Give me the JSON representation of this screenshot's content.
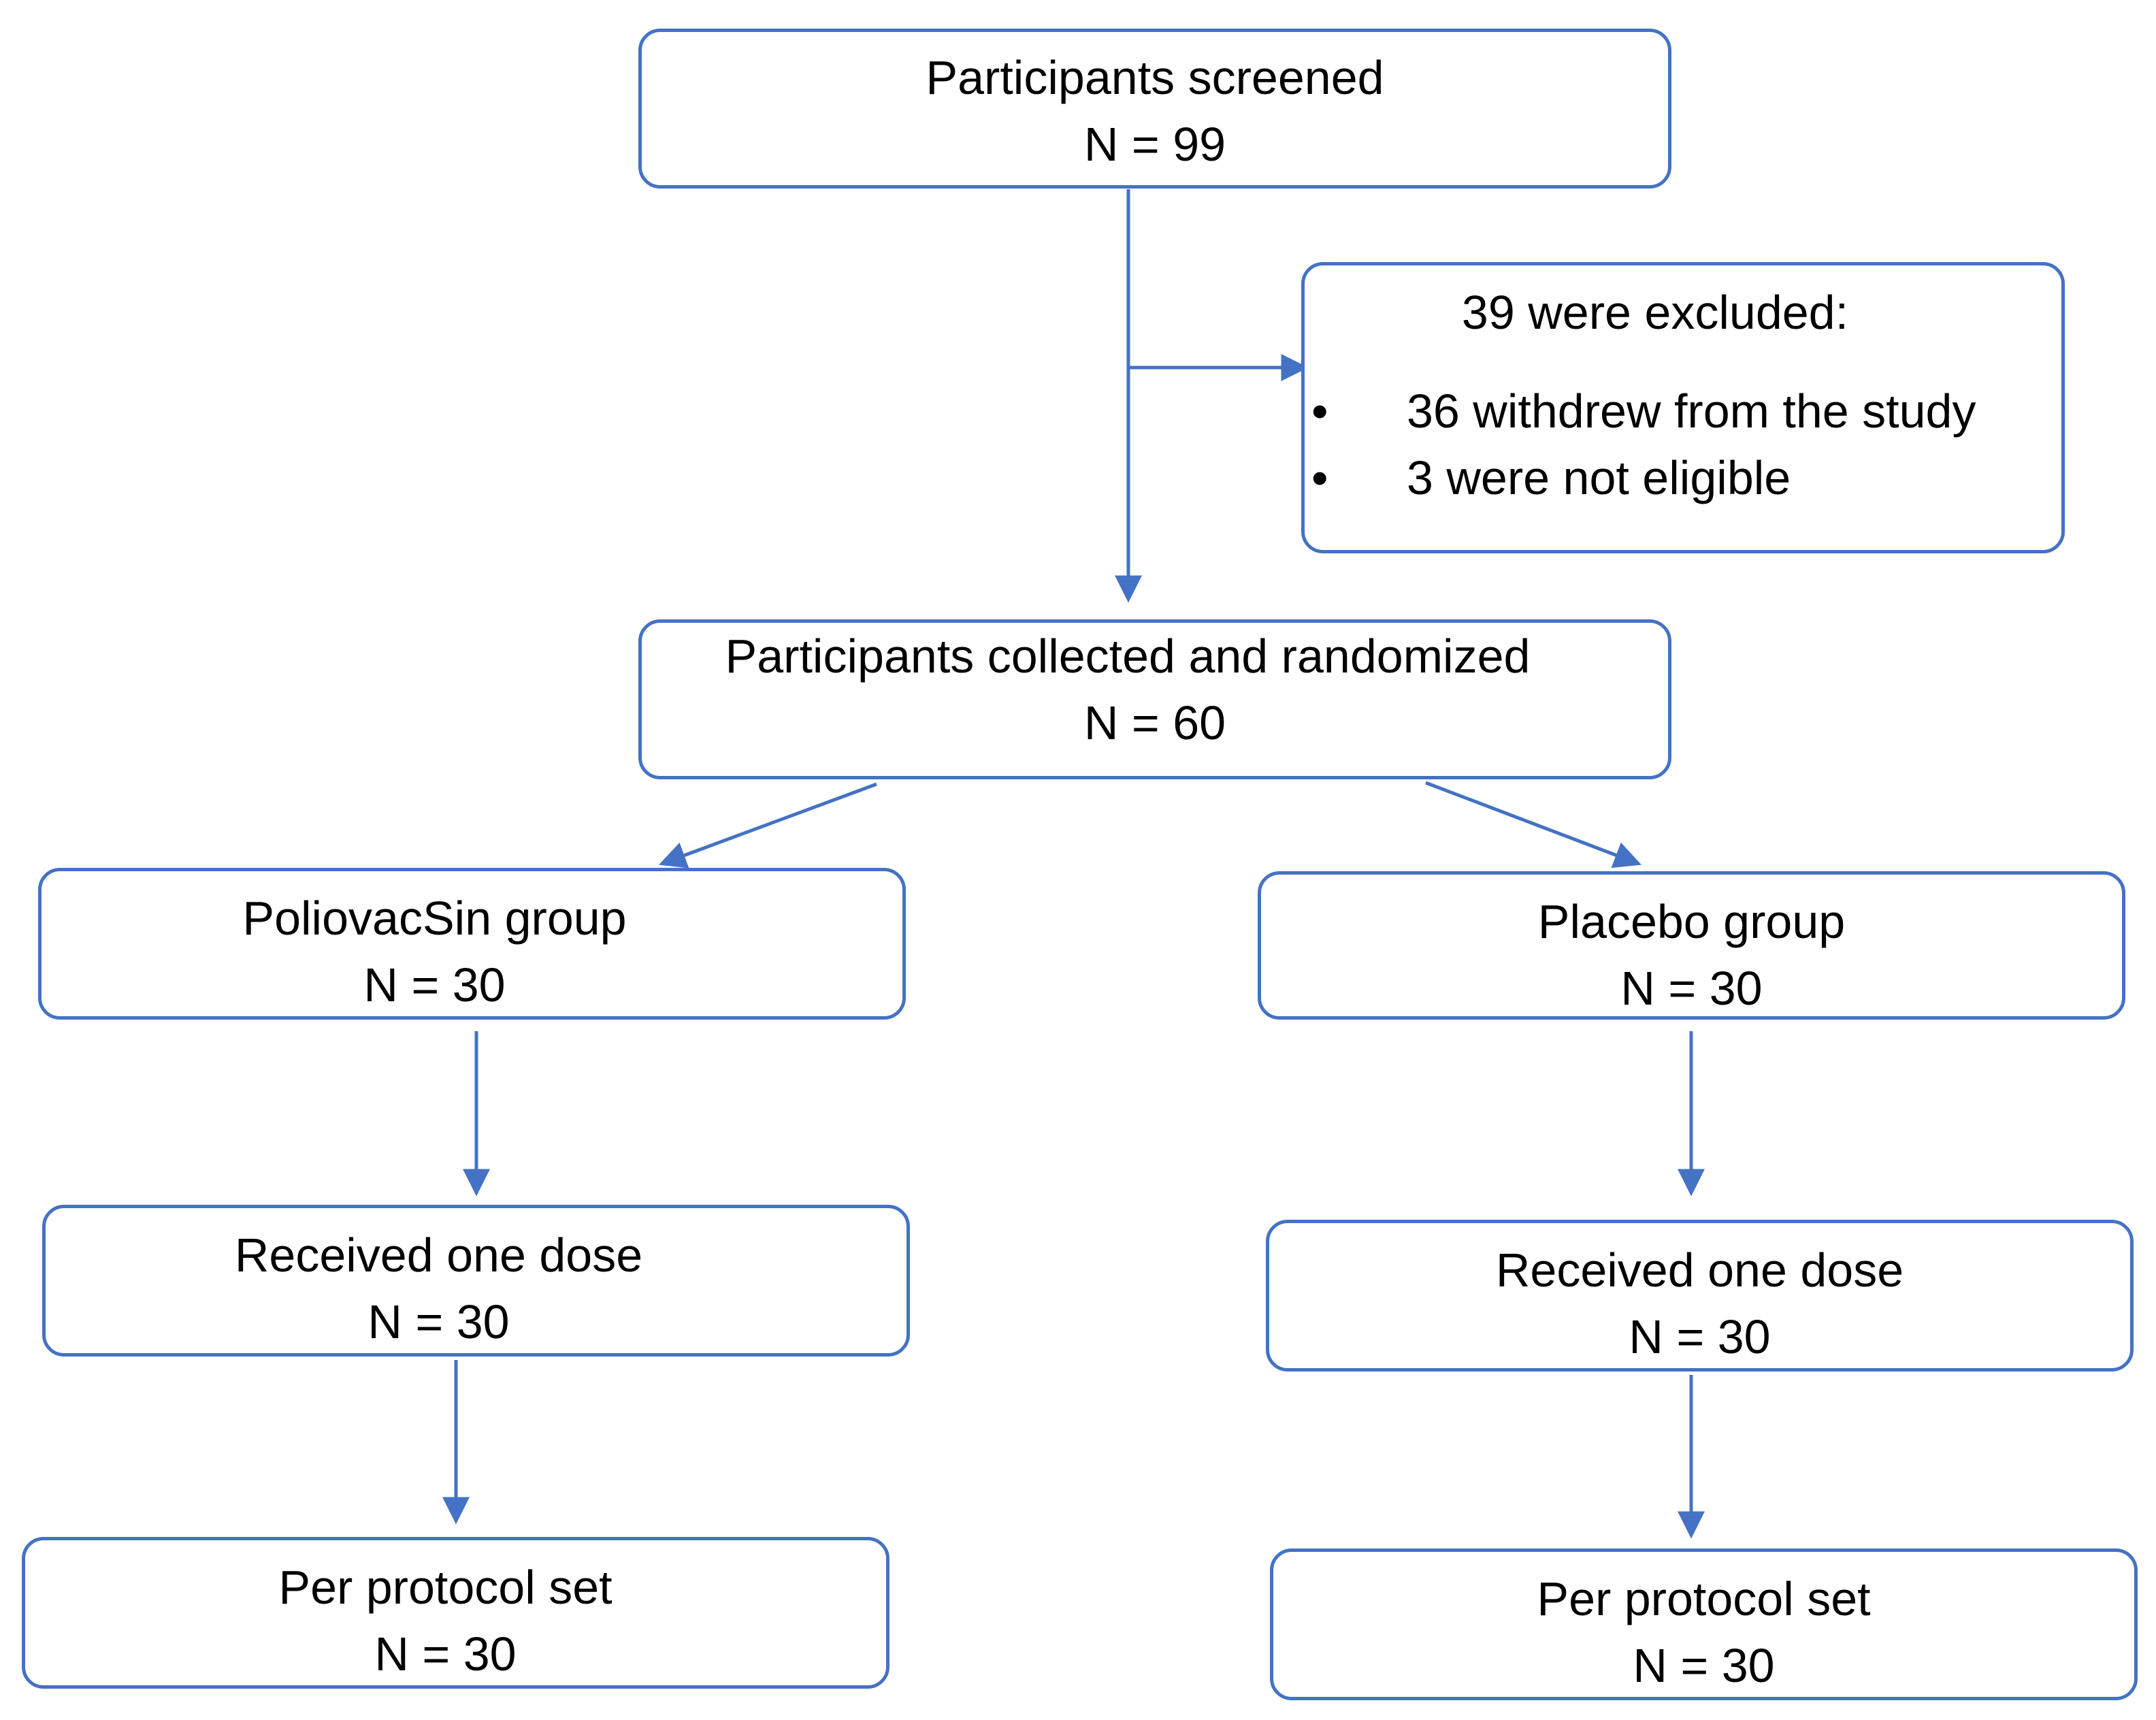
{
  "diagram": {
    "screened": {
      "label": "Participants screened",
      "count": "N = 99"
    },
    "excluded": {
      "title": "39 were excluded:",
      "reasons": [
        "36 withdrew from the study",
        "3 were not eligible"
      ]
    },
    "randomized": {
      "label": "Participants collected and randomized",
      "count": "N = 60"
    },
    "poliovacsin_group": {
      "label": "PoliovacSin group",
      "count": "N = 30"
    },
    "placebo_group": {
      "label": "Placebo group",
      "count": "N = 30"
    },
    "poliovacsin_dose": {
      "label": "Received one dose",
      "count": "N = 30"
    },
    "placebo_dose": {
      "label": "Received one dose",
      "count": "N = 30"
    },
    "poliovacsin_protocol": {
      "label": "Per protocol set",
      "count": "N = 30"
    },
    "placebo_protocol": {
      "label": "Per protocol set",
      "count": "N = 30"
    },
    "colors": {
      "line": "#4472C4",
      "border": "#4472C4",
      "text": "#000000"
    }
  }
}
